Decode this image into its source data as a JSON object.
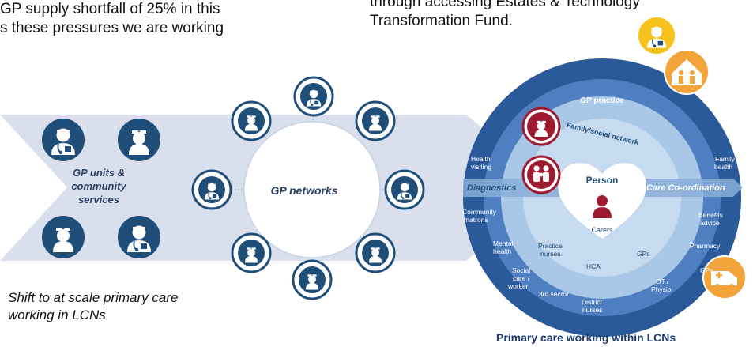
{
  "header": {
    "left_line1": "GP supply shortfall of 25% in this",
    "left_line2": "s these pressures we are working",
    "right_line1": "through accessing Estates & Technology",
    "right_line2": "Transformation Fund."
  },
  "left_panel": {
    "units_line1": "GP units &",
    "units_line2": "community",
    "units_line3": "services",
    "networks_label": "GP networks",
    "caption_line1": "Shift to at scale primary care",
    "caption_line2": "working in LCNs"
  },
  "right_panel": {
    "gp_practice": "GP practice",
    "family_network": "Family/social network",
    "person": "Person",
    "carers": "Carers",
    "diagnostics": "Diagnostics",
    "care_coordination": "Care Co-ordination",
    "health_visiting_1": "Health",
    "health_visiting_2": "visiting",
    "community_matrons_1": "Community",
    "community_matrons_2": "matrons",
    "mental_health_1": "Mental",
    "mental_health_2": "health",
    "social_care_1": "Social",
    "social_care_2": "care /",
    "social_care_3": "worker",
    "third_sector": "3rd sector",
    "district_nurses_1": "District",
    "district_nurses_2": "nurses",
    "ot_physio_1": "OT /",
    "ot_physio_2": "Physio",
    "gps_outer": "GPs",
    "pharmacy": "Pharmacy",
    "benefits_1": "Benefits",
    "benefits_2": "advice",
    "family_health_1": "Family",
    "family_health_2": "health",
    "practice_nurses_1": "Practice",
    "practice_nurses_2": "nurses",
    "hca": "HCA",
    "gps_inner": "GPs",
    "caption": "Primary care working within LCNs"
  },
  "colors": {
    "navy": "#1f4e79",
    "dark_blue": "#2a5a9a",
    "mid_blue": "#4f7fc0",
    "light_blue": "#a9c8e8",
    "pale_band": "#d9dfec",
    "maroon": "#9e1b2f",
    "orange": "#f2a33a",
    "yellow": "#f7c21b"
  },
  "icons": [
    "doctor-icon",
    "nurse-icon",
    "family-icon",
    "home-family-icon",
    "ambulance-icon",
    "heart-icon"
  ]
}
